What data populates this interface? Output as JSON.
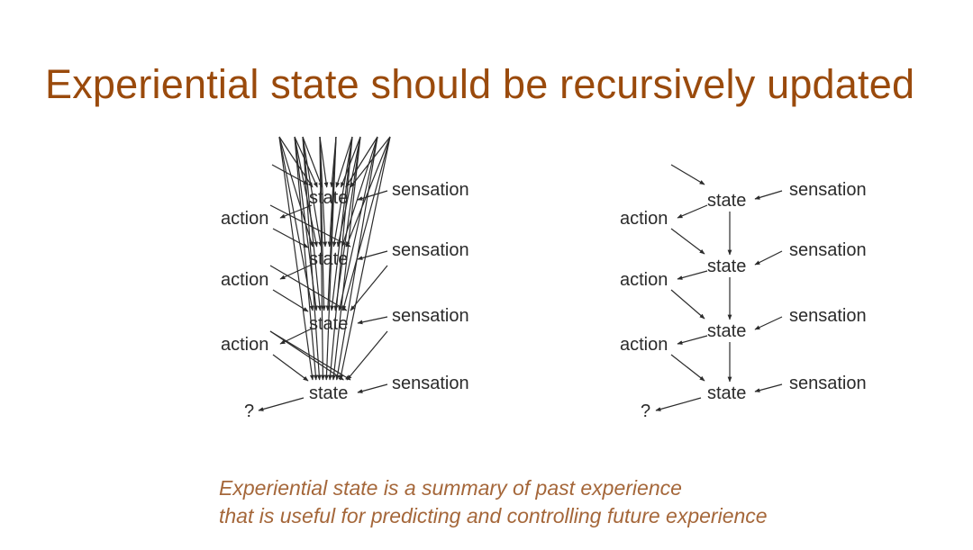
{
  "title": "Experiential state should be recursively updated",
  "left_diagram": {
    "states": [
      "state",
      "state",
      "state",
      "state"
    ],
    "sensations": [
      "sensation",
      "sensation",
      "sensation",
      "sensation"
    ],
    "actions": [
      "action",
      "action",
      "action"
    ],
    "final_output": "?"
  },
  "right_diagram": {
    "states": [
      "state",
      "state",
      "state",
      "state"
    ],
    "sensations": [
      "sensation",
      "sensation",
      "sensation",
      "sensation"
    ],
    "actions": [
      "action",
      "action",
      "action"
    ],
    "final_output": "?"
  },
  "caption": {
    "line1": "Experiential state is a summary of past experience",
    "line2": "that is useful for predicting and controlling future experience"
  },
  "colors": {
    "title": "#9a4a0c",
    "caption": "#a5673a",
    "diagram": "#2b2b2b"
  }
}
